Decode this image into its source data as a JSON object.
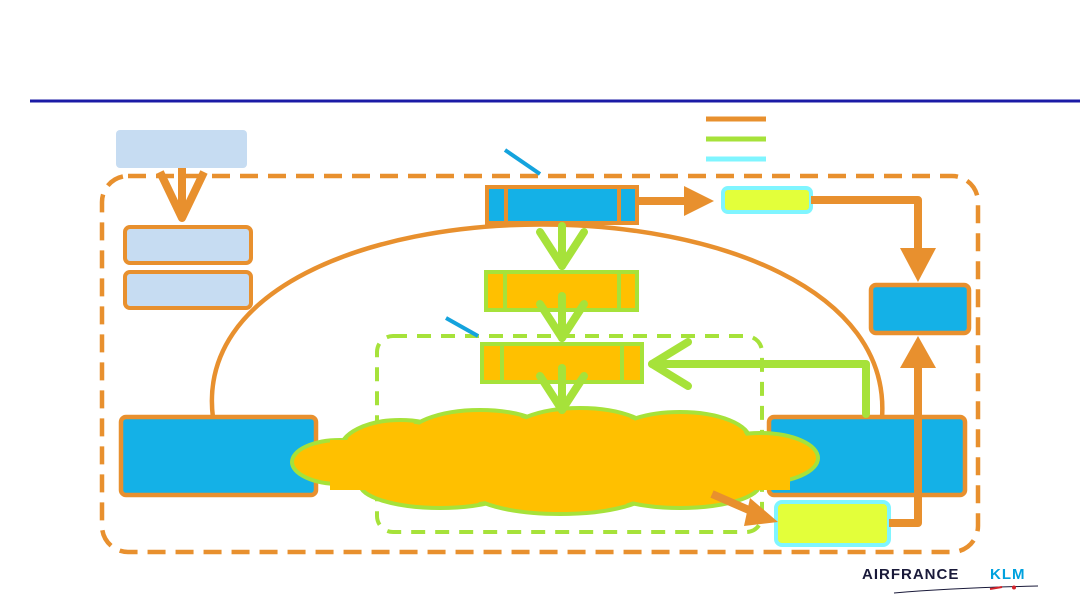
{
  "brand": {
    "part1": "AIRFRANCE",
    "part2": "KLM",
    "part1_color": "#1a1a3a",
    "part2_color": "#00a1de",
    "swoosh_color": "#d2232a"
  },
  "colors": {
    "header_rule": "#1b1ba6",
    "orange": "#e8902e",
    "green": "#a6e23a",
    "blue_fill": "#14b1e7",
    "light_blue": "#c6dcf2",
    "cloud": "#ffc000",
    "yellow": "#e3ff3a",
    "cyan": "#7ff5ff",
    "tick_blue": "#14a3dd"
  },
  "legend": {
    "lines": [
      "orange",
      "green",
      "cyan"
    ]
  }
}
